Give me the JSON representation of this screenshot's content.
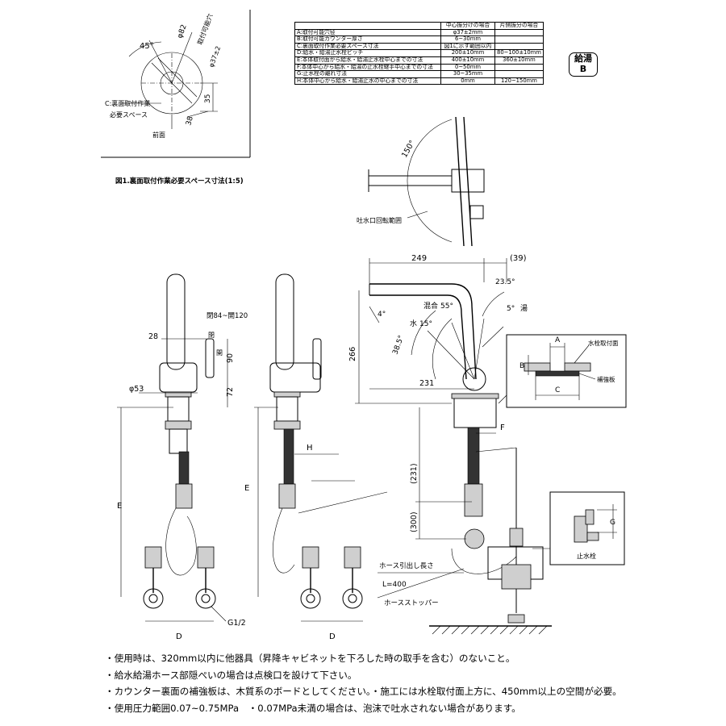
{
  "fig1": {
    "angle": "45°",
    "dia_outer": "φ82",
    "hole_label": "取付可能穴",
    "hole_dia": "φ37±2",
    "dim_35": "35",
    "dim_38": "38",
    "space_label_1": "C:裏面取付作業",
    "space_label_2": "必要スペース",
    "front": "前面",
    "caption": "図1.裏面取付作業必要スペース寸法(1:5)"
  },
  "spec_table": {
    "headers": [
      "中心振分けの場合",
      "片側振分の場合"
    ],
    "rows": [
      {
        "key": "A:取付可能穴径",
        "center": "φ37±2mm",
        "side": ""
      },
      {
        "key": "B:取付可能カウンター厚さ",
        "center": "6~30mm",
        "side": ""
      },
      {
        "key": "C:裏面取付作業必要スペース寸法",
        "center": "図1に示す範囲以内",
        "side": ""
      },
      {
        "key": "D:給水・給湯止水栓ピッチ",
        "center": "200±10mm",
        "side": "80~100±10mm"
      },
      {
        "key": "E:本体取付面から給水・給湯止水栓中心までの寸法",
        "center": "400±10mm",
        "side": "360±10mm"
      },
      {
        "key": "F:本体中心から給水・給湯の止水栓継手中心までの寸法",
        "center": "0~50mm",
        "side": ""
      },
      {
        "key": "G:止水栓の離れ寸法",
        "center": "30~35mm",
        "side": ""
      },
      {
        "key": "H:本体中心から給水・給湯止水の中心までの寸法",
        "center": "0mm",
        "side": "120~150mm"
      }
    ]
  },
  "badge": {
    "line1": "給湯",
    "line2": "B"
  },
  "rotation": {
    "angle": "150°",
    "label": "吐水口回転範囲"
  },
  "front_view": {
    "lever_range": "閉84~開120",
    "close": "閉",
    "open": "開",
    "dim_28": "28",
    "dim_90": "90",
    "dim_72": "72",
    "dia_53": "φ53",
    "e_label": "E",
    "d_label": "D",
    "g_label": "G1/2"
  },
  "side_view": {
    "e_label": "E",
    "h_label": "H",
    "d_label": "D"
  },
  "right_view": {
    "dim_249": "249",
    "dim_39": "(39)",
    "dim_266": "266",
    "dim_231": "231",
    "dim_231p": "(231)",
    "dim_300p": "(300)",
    "ang_4": "4°",
    "ang_235": "23.5°",
    "ang_5": "5°",
    "hot": "湯",
    "mix": "混合",
    "ang_55": "55°",
    "water": "水",
    "ang_15": "15°",
    "ang_385": "38.5°",
    "f_label": "F",
    "hose_len": "ホース引出し長さ",
    "hose_L": "L=400",
    "hose_stopper": "ホースストッパー"
  },
  "detail_a": {
    "a": "A",
    "b": "B",
    "c": "C",
    "mount_face": "水栓取付面",
    "reinforce": "補強板"
  },
  "detail_g": {
    "g": "G",
    "stop_valve": "止水栓"
  },
  "notes": [
    "・使用時は、320mm以内に他器具（昇降キャビネットを下ろした時の取手を含む）のないこと。",
    "・給水給湯ホース部隠ぺいの場合は点検口を設けて下さい。",
    "・カウンター裏面の補強板は、木質系のボードとしてください。・施工には水栓取付面上方に、450mm以上の空間が必要。",
    "・使用圧力範囲0.07~0.75MPa　・0.07MPa未満の場合は、泡沫で吐水されない場合があります。"
  ]
}
